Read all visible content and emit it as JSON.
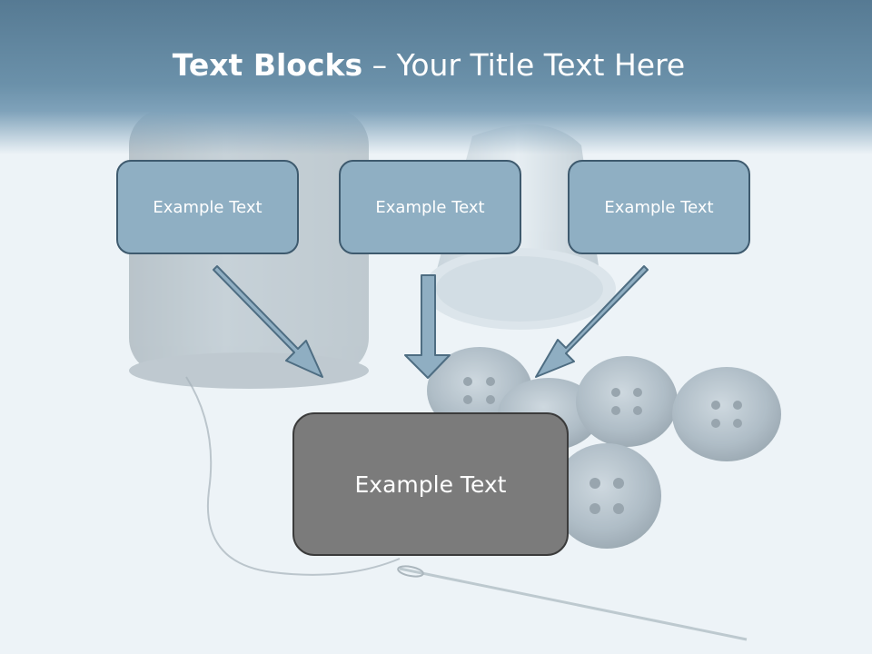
{
  "slide": {
    "title_bold": "Text Blocks",
    "title_rest": " – Your Title Text Here",
    "blocks": [
      {
        "label": "Example Text"
      },
      {
        "label": "Example Text"
      },
      {
        "label": "Example Text"
      }
    ],
    "target_block": {
      "label": "Example Text"
    }
  },
  "colors": {
    "header": "#5f86a0",
    "block_fill": "#8fafc3",
    "block_border": "#3e5a6e",
    "target_fill": "#7b7b7b",
    "arrow_fill": "#8faec2"
  },
  "icons": [
    "thread-spool-icon",
    "thimble-icon",
    "button-icon",
    "needle-icon"
  ]
}
